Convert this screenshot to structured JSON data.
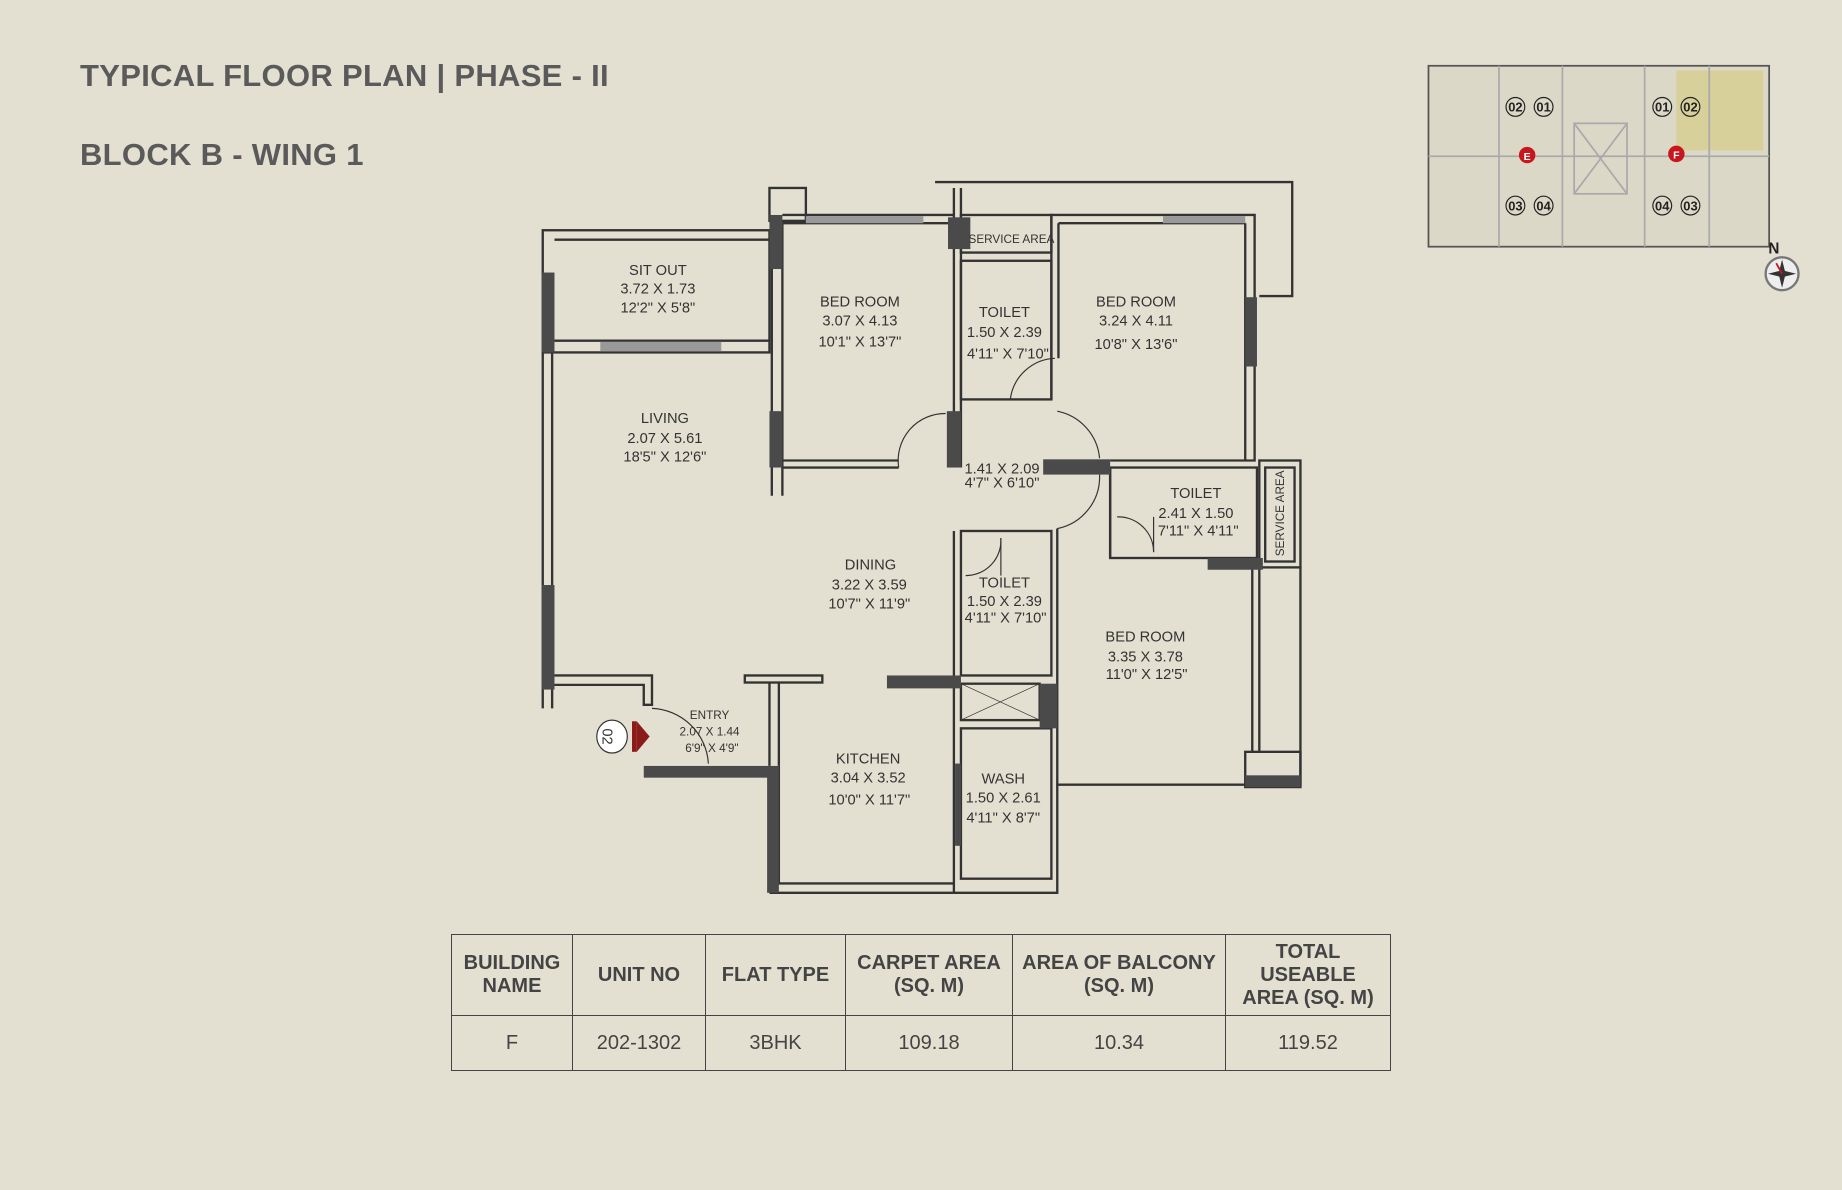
{
  "header": {
    "title": "TYPICAL FLOOR PLAN | PHASE - II",
    "subtitle": "BLOCK B - WING 1"
  },
  "plan": {
    "rooms": [
      {
        "name": "SIT OUT",
        "metric": "3.72 X 1.73",
        "imperial": "12'2\" X 5'8\""
      },
      {
        "name": "BED ROOM",
        "metric": "3.07 X 4.13",
        "imperial": "10'1\" X 13'7\""
      },
      {
        "name": "TOILET",
        "metric": "1.50 X 2.39",
        "imperial": "4'11\" X 7'10\""
      },
      {
        "name": "BED ROOM",
        "metric": "3.24 X 4.11",
        "imperial": "10'8\" X 13'6\""
      },
      {
        "name": "LIVING",
        "metric": "2.07 X 5.61",
        "imperial": "18'5\" X 12'6\""
      },
      {
        "name": "",
        "metric": "1.41 X 2.09",
        "imperial": "4'7\" X 6'10\""
      },
      {
        "name": "TOILET",
        "metric": "2.41 X 1.50",
        "imperial": "7'11\" X 4'11\""
      },
      {
        "name": "DINING",
        "metric": "3.22 X 3.59",
        "imperial": "10'7\" X 11'9\""
      },
      {
        "name": "TOILET",
        "metric": "1.50 X 2.39",
        "imperial": "4'11\" X 7'10\""
      },
      {
        "name": "BED ROOM",
        "metric": "3.35 X 3.78",
        "imperial": "11'0\" X 12'5\""
      },
      {
        "name": "ENTRY",
        "metric": "2.07 X 1.44",
        "imperial": "6'9\" X 4'9\""
      },
      {
        "name": "KITCHEN",
        "metric": "3.04 X 3.52",
        "imperial": "10'0\" X 11'7\""
      },
      {
        "name": "WASH",
        "metric": "1.50 X 2.61",
        "imperial": "4'11\" X 8'7\""
      }
    ],
    "service_area_label": "SERVICE AREA",
    "unit_marker": "02",
    "accent_color": "#8b1a1a"
  },
  "key_plan": {
    "units": [
      "02",
      "01",
      "01",
      "02",
      "03",
      "04",
      "04",
      "03"
    ],
    "cores": [
      "E",
      "F"
    ],
    "north_label": "N",
    "highlight_color": "#d8d09a",
    "core_color": "#c8161d"
  },
  "table": {
    "headers": [
      [
        "BUILDING",
        "NAME"
      ],
      [
        "UNIT NO",
        ""
      ],
      [
        "FLAT TYPE",
        ""
      ],
      [
        "CARPET AREA",
        "(SQ. M)"
      ],
      [
        "AREA OF BALCONY",
        "(SQ. M)"
      ],
      [
        "TOTAL USEABLE",
        "AREA (SQ. M)"
      ]
    ],
    "rows": [
      [
        "F",
        "202-1302",
        "3BHK",
        "109.18",
        "10.34",
        "119.52"
      ]
    ]
  }
}
